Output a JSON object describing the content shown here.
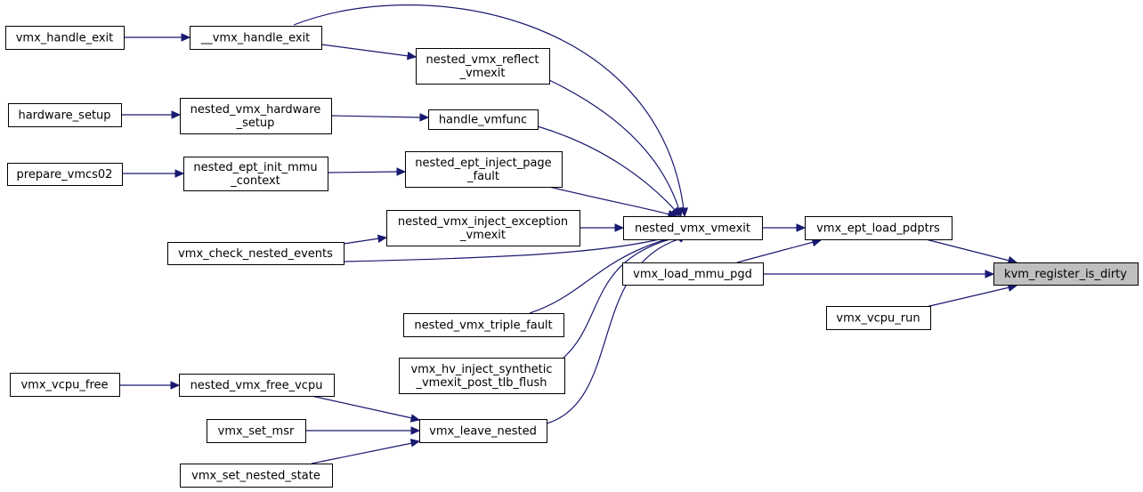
{
  "diagram": {
    "accent_color": "#191970",
    "highlight_fill": "#bfbfbf",
    "nodes": [
      {
        "id": "vmx_handle_exit",
        "lines": [
          "vmx_handle_exit"
        ]
      },
      {
        "id": "__vmx_handle_exit",
        "lines": [
          "__vmx_handle_exit"
        ]
      },
      {
        "id": "nested_vmx_reflect_vmexit",
        "lines": [
          "nested_vmx_reflect",
          "_vmexit"
        ]
      },
      {
        "id": "hardware_setup",
        "lines": [
          "hardware_setup"
        ]
      },
      {
        "id": "nested_vmx_hardware_setup",
        "lines": [
          "nested_vmx_hardware",
          "_setup"
        ]
      },
      {
        "id": "handle_vmfunc",
        "lines": [
          "handle_vmfunc"
        ]
      },
      {
        "id": "prepare_vmcs02",
        "lines": [
          "prepare_vmcs02"
        ]
      },
      {
        "id": "nested_ept_init_mmu_context",
        "lines": [
          "nested_ept_init_mmu",
          "_context"
        ]
      },
      {
        "id": "nested_ept_inject_page_fault",
        "lines": [
          "nested_ept_inject_page",
          "_fault"
        ]
      },
      {
        "id": "nested_vmx_inject_exception_vmexit",
        "lines": [
          "nested_vmx_inject_exception",
          "_vmexit"
        ]
      },
      {
        "id": "vmx_check_nested_events",
        "lines": [
          "vmx_check_nested_events"
        ]
      },
      {
        "id": "nested_vmx_vmexit",
        "lines": [
          "nested_vmx_vmexit"
        ]
      },
      {
        "id": "vmx_ept_load_pdptrs",
        "lines": [
          "vmx_ept_load_pdptrs"
        ]
      },
      {
        "id": "vmx_load_mmu_pgd",
        "lines": [
          "vmx_load_mmu_pgd"
        ]
      },
      {
        "id": "kvm_register_is_dirty",
        "lines": [
          "kvm_register_is_dirty"
        ]
      },
      {
        "id": "vmx_vcpu_run",
        "lines": [
          "vmx_vcpu_run"
        ]
      },
      {
        "id": "nested_vmx_triple_fault",
        "lines": [
          "nested_vmx_triple_fault"
        ]
      },
      {
        "id": "vmx_hv_inject_synthetic_vmexit_post_tlb_flush",
        "lines": [
          "vmx_hv_inject_synthetic",
          "_vmexit_post_tlb_flush"
        ]
      },
      {
        "id": "vmx_vcpu_free",
        "lines": [
          "vmx_vcpu_free"
        ]
      },
      {
        "id": "nested_vmx_free_vcpu",
        "lines": [
          "nested_vmx_free_vcpu"
        ]
      },
      {
        "id": "vmx_set_msr",
        "lines": [
          "vmx_set_msr"
        ]
      },
      {
        "id": "vmx_leave_nested",
        "lines": [
          "vmx_leave_nested"
        ]
      },
      {
        "id": "vmx_set_nested_state",
        "lines": [
          "vmx_set_nested_state"
        ]
      }
    ],
    "edges": [
      {
        "from": "vmx_handle_exit",
        "to": "__vmx_handle_exit"
      },
      {
        "from": "__vmx_handle_exit",
        "to": "nested_vmx_reflect_vmexit"
      },
      {
        "from": "__vmx_handle_exit",
        "to": "nested_vmx_vmexit"
      },
      {
        "from": "nested_vmx_reflect_vmexit",
        "to": "nested_vmx_vmexit"
      },
      {
        "from": "hardware_setup",
        "to": "nested_vmx_hardware_setup"
      },
      {
        "from": "nested_vmx_hardware_setup",
        "to": "handle_vmfunc"
      },
      {
        "from": "handle_vmfunc",
        "to": "nested_vmx_vmexit"
      },
      {
        "from": "prepare_vmcs02",
        "to": "nested_ept_init_mmu_context"
      },
      {
        "from": "nested_ept_init_mmu_context",
        "to": "nested_ept_inject_page_fault"
      },
      {
        "from": "nested_ept_inject_page_fault",
        "to": "nested_vmx_vmexit"
      },
      {
        "from": "nested_vmx_inject_exception_vmexit",
        "to": "nested_vmx_vmexit"
      },
      {
        "from": "vmx_check_nested_events",
        "to": "nested_vmx_inject_exception_vmexit"
      },
      {
        "from": "vmx_check_nested_events",
        "to": "nested_vmx_vmexit"
      },
      {
        "from": "nested_vmx_triple_fault",
        "to": "nested_vmx_vmexit"
      },
      {
        "from": "vmx_hv_inject_synthetic_vmexit_post_tlb_flush",
        "to": "nested_vmx_vmexit"
      },
      {
        "from": "vmx_leave_nested",
        "to": "nested_vmx_vmexit"
      },
      {
        "from": "nested_vmx_vmexit",
        "to": "vmx_ept_load_pdptrs"
      },
      {
        "from": "vmx_load_mmu_pgd",
        "to": "vmx_ept_load_pdptrs"
      },
      {
        "from": "vmx_ept_load_pdptrs",
        "to": "kvm_register_is_dirty"
      },
      {
        "from": "vmx_load_mmu_pgd",
        "to": "kvm_register_is_dirty"
      },
      {
        "from": "vmx_vcpu_run",
        "to": "kvm_register_is_dirty"
      },
      {
        "from": "vmx_vcpu_free",
        "to": "nested_vmx_free_vcpu"
      },
      {
        "from": "nested_vmx_free_vcpu",
        "to": "vmx_leave_nested"
      },
      {
        "from": "vmx_set_msr",
        "to": "vmx_leave_nested"
      },
      {
        "from": "vmx_set_nested_state",
        "to": "vmx_leave_nested"
      }
    ]
  }
}
